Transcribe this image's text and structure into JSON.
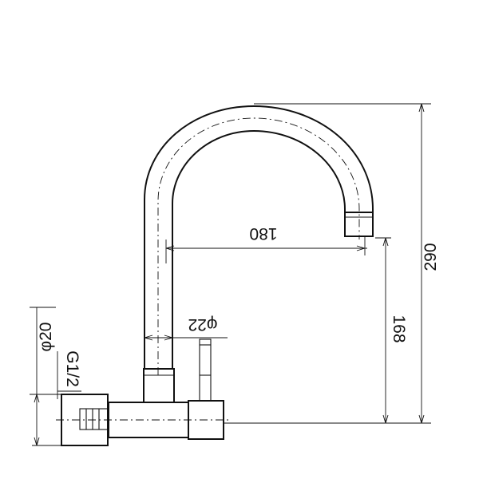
{
  "drawing": {
    "dimensions": {
      "reach": "180",
      "total_height": "290",
      "spout_height": "168",
      "pipe_diameter": "φ22",
      "base_diameter": "φ20",
      "thread": "G1/2"
    }
  }
}
